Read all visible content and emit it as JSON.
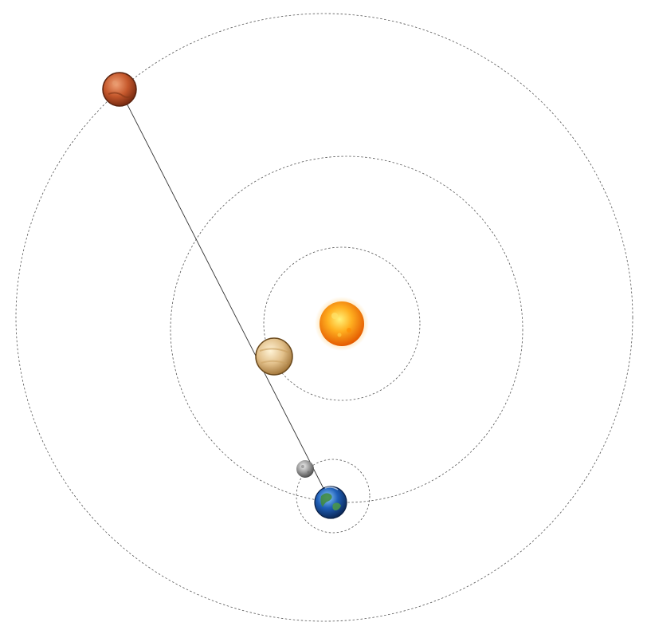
{
  "scene": {
    "bodies": [
      {
        "id": "sun",
        "name_icon": "sun-icon",
        "colors": [
          "#fff27a",
          "#ff9f1a",
          "#e45a00"
        ]
      },
      {
        "id": "venus",
        "name_icon": "venus-icon",
        "colors": [
          "#fff3d6",
          "#e2c08a",
          "#a67a3e"
        ]
      },
      {
        "id": "earth",
        "name_icon": "earth-icon",
        "colors": [
          "#8fd0ff",
          "#1f5fb8",
          "#0b2a5a"
        ]
      },
      {
        "id": "moon",
        "name_icon": "moon-icon",
        "colors": [
          "#e6e6e6",
          "#9a9a9a",
          "#5a5a5a"
        ]
      },
      {
        "id": "mars",
        "name_icon": "mars-icon",
        "colors": [
          "#f0a277",
          "#c5582c",
          "#7a2c12"
        ]
      }
    ],
    "line_color": "#333333",
    "orbit_color": "#555555"
  }
}
